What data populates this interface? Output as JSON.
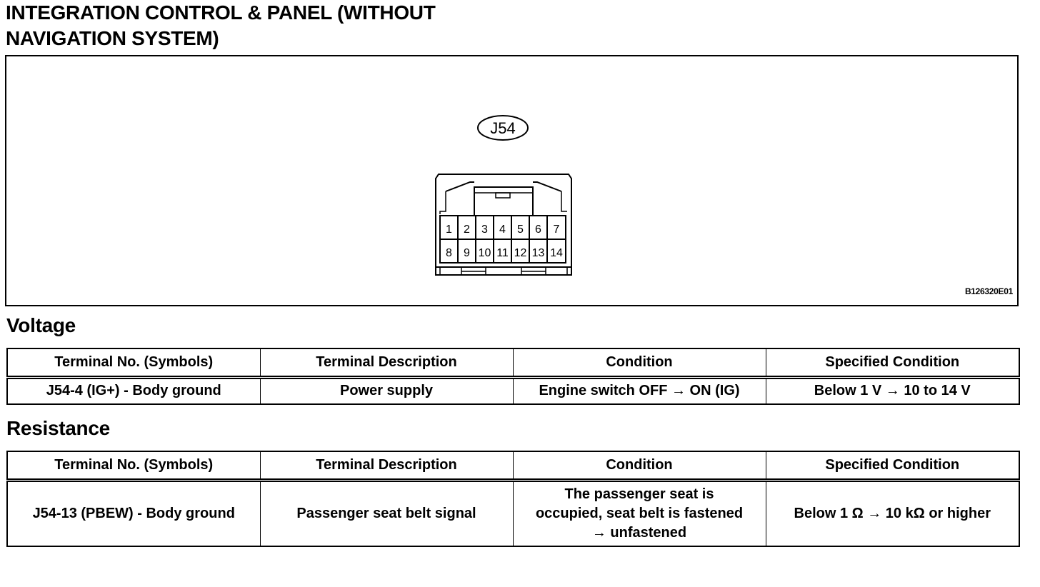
{
  "title_line1": "INTEGRATION CONTROL & PANEL (WITHOUT",
  "title_line2": "NAVIGATION SYSTEM)",
  "figure": {
    "connector_label": "J54",
    "figure_id": "B126320E01",
    "pins_row1": [
      "1",
      "2",
      "3",
      "4",
      "5",
      "6",
      "7"
    ],
    "pins_row2": [
      "8",
      "9",
      "10",
      "11",
      "12",
      "13",
      "14"
    ]
  },
  "voltage": {
    "heading": "Voltage",
    "headers": [
      "Terminal No. (Symbols)",
      "Terminal Description",
      "Condition",
      "Specified Condition"
    ],
    "rows": [
      {
        "terminal": "J54-4 (IG+) - Body ground",
        "description": "Power supply",
        "condition": "Engine switch OFF → ON (IG)",
        "specified": "Below 1 V → 10 to 14 V"
      }
    ]
  },
  "resistance": {
    "heading": "Resistance",
    "headers": [
      "Terminal No. (Symbols)",
      "Terminal Description",
      "Condition",
      "Specified Condition"
    ],
    "rows": [
      {
        "terminal": "J54-13 (PBEW) - Body ground",
        "description": "Passenger seat belt signal",
        "condition_line1": "The passenger seat is",
        "condition_line2": "occupied, seat belt is fastened",
        "condition_line3": "→ unfastened",
        "specified": "Below 1 Ω → 10 kΩ or higher"
      }
    ]
  }
}
